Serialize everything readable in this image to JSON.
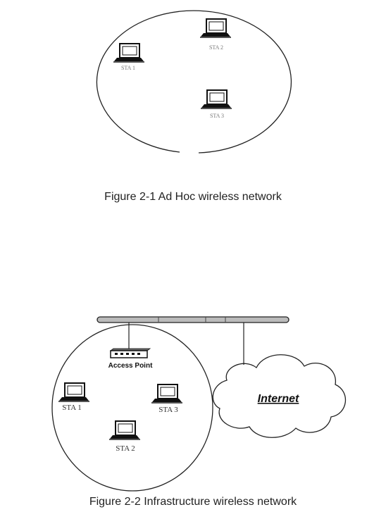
{
  "figure1": {
    "caption": "Figure 2-1 Ad Hoc wireless network",
    "stations": [
      {
        "label": "STA 1"
      },
      {
        "label": "STA 2"
      },
      {
        "label": "STA 3"
      }
    ]
  },
  "figure2": {
    "caption": "Figure 2-2 Infrastructure wireless network",
    "access_point": {
      "label": "Access Point"
    },
    "internet": {
      "label": "Internet"
    },
    "stations": [
      {
        "label": "STA 1"
      },
      {
        "label": "STA 3"
      },
      {
        "label": "STA 2"
      }
    ]
  },
  "colors": {
    "stroke": "#222222",
    "backbone_fill": "#bbbbbb",
    "label_gray": "#777777"
  }
}
